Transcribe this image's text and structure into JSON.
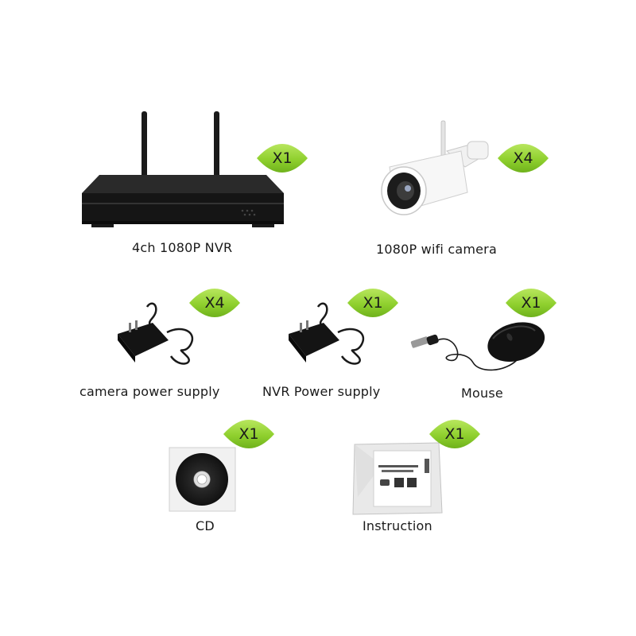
{
  "items": [
    {
      "label": "4ch  1080P  NVR",
      "qty": "X1"
    },
    {
      "label": "1080P wifi camera",
      "qty": "X4"
    },
    {
      "label": "camera  power supply",
      "qty": "X4"
    },
    {
      "label": "NVR Power supply",
      "qty": "X1"
    },
    {
      "label": "Mouse",
      "qty": "X1"
    },
    {
      "label": "CD",
      "qty": "X1"
    },
    {
      "label": "Instruction",
      "qty": "X1"
    }
  ],
  "colors": {
    "badge_green": "#8ccc2a",
    "badge_green_light": "#b4e45a",
    "text": "#1a1a1a"
  }
}
